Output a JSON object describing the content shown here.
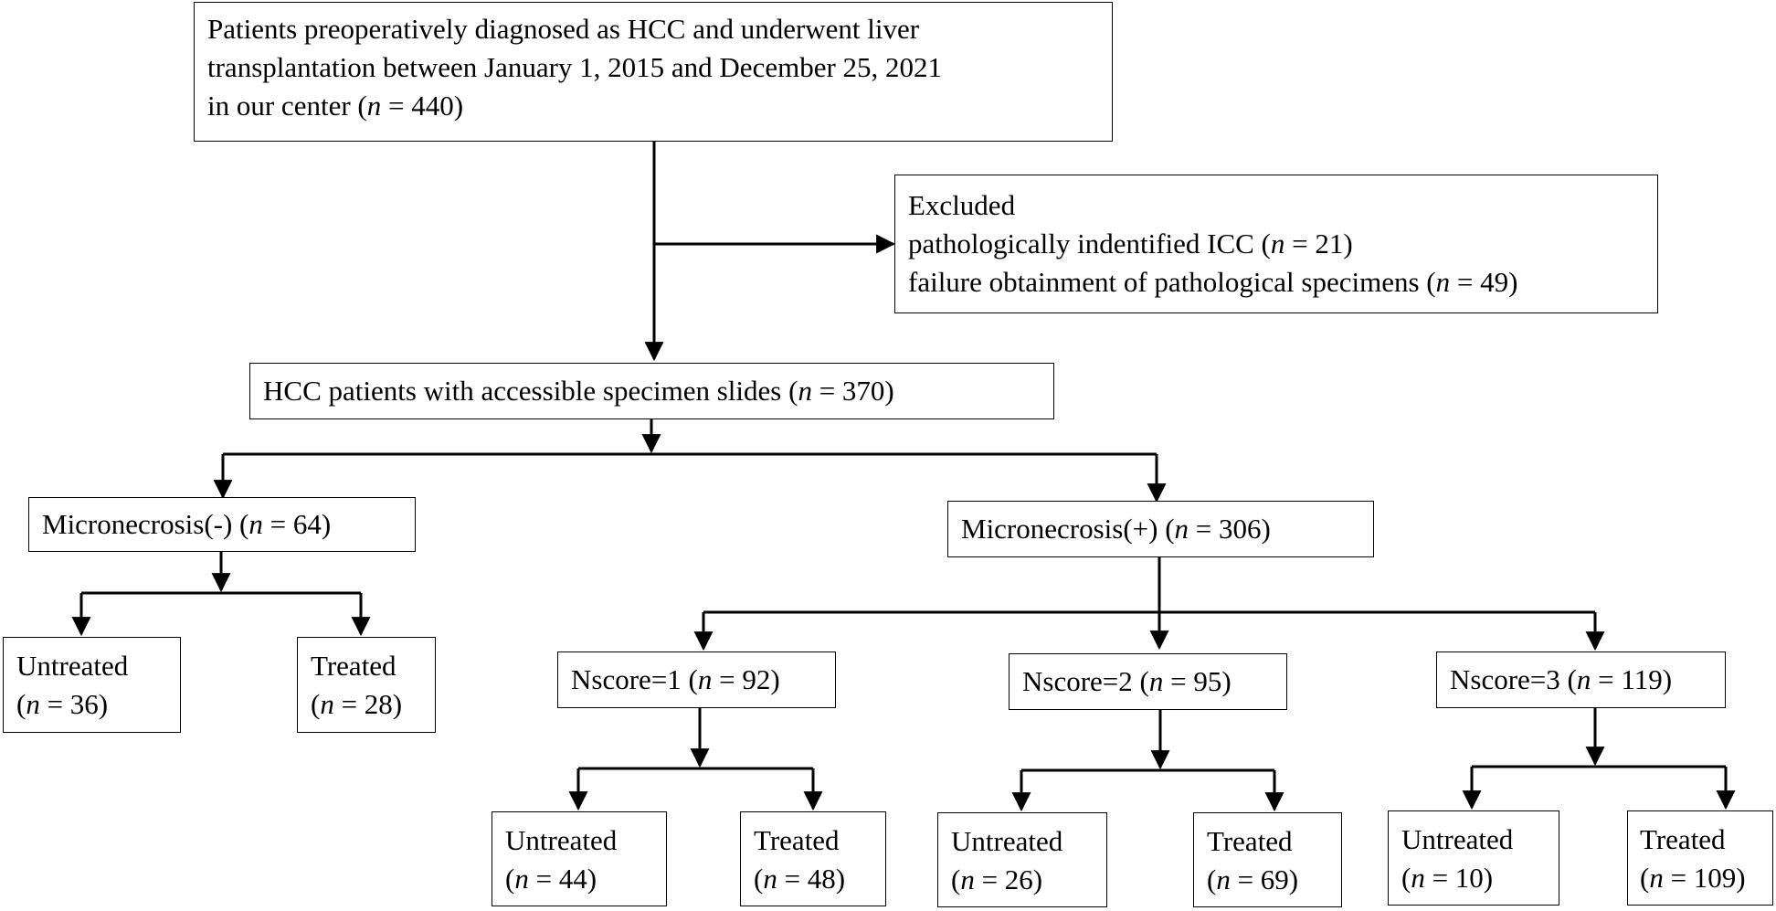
{
  "boxes": {
    "root": {
      "lines": [
        {
          "text": "Patients preoperatively diagnosed as HCC and underwent liver"
        },
        {
          "text": "transplantation between January 1, 2015 and December 25, 2021"
        },
        {
          "prefix": "in our center (",
          "n": "n",
          "suffix": " = 440)"
        }
      ]
    },
    "excluded": {
      "lines": [
        {
          "text": "Excluded"
        },
        {
          "prefix": "pathologically indentified ICC (",
          "n": "n",
          "suffix": " = 21)"
        },
        {
          "prefix": "failure obtainment of pathological specimens (",
          "n": "n",
          "suffix": " = 49)"
        }
      ]
    },
    "accessible": {
      "lines": [
        {
          "prefix": "HCC patients with accessible specimen slides (",
          "n": "n",
          "suffix": " = 370)"
        }
      ]
    },
    "micro_neg": {
      "lines": [
        {
          "prefix": "Micronecrosis(-) (",
          "n": "n",
          "suffix": " = 64)"
        }
      ]
    },
    "micro_pos": {
      "lines": [
        {
          "prefix": "Micronecrosis(+) (",
          "n": "n",
          "suffix": " = 306)"
        }
      ]
    },
    "neg_untreated": {
      "lines": [
        {
          "text": "Untreated"
        },
        {
          "prefix": "(",
          "n": "n",
          "suffix": " = 36)"
        }
      ]
    },
    "neg_treated": {
      "lines": [
        {
          "text": "Treated"
        },
        {
          "prefix": "(",
          "n": "n",
          "suffix": " = 28)"
        }
      ]
    },
    "nscore1": {
      "lines": [
        {
          "prefix": "Nscore=1 (",
          "n": "n",
          "suffix": " = 92)"
        }
      ]
    },
    "nscore2": {
      "lines": [
        {
          "prefix": "Nscore=2 (",
          "n": "n",
          "suffix": " = 95)"
        }
      ]
    },
    "nscore3": {
      "lines": [
        {
          "prefix": "Nscore=3 (",
          "n": "n",
          "suffix": " = 119)"
        }
      ]
    },
    "ns1_untreated": {
      "lines": [
        {
          "text": "Untreated"
        },
        {
          "prefix": "(",
          "n": "n",
          "suffix": " = 44)"
        }
      ]
    },
    "ns1_treated": {
      "lines": [
        {
          "text": "Treated"
        },
        {
          "prefix": "(",
          "n": "n",
          "suffix": " = 48)"
        }
      ]
    },
    "ns2_untreated": {
      "lines": [
        {
          "text": "Untreated"
        },
        {
          "prefix": "(",
          "n": "n",
          "suffix": " = 26)"
        }
      ]
    },
    "ns2_treated": {
      "lines": [
        {
          "text": "Treated"
        },
        {
          "prefix": "(",
          "n": "n",
          "suffix": " = 69)"
        }
      ]
    },
    "ns3_untreated": {
      "lines": [
        {
          "text": "Untreated"
        },
        {
          "prefix": "(",
          "n": "n",
          "suffix": " = 10)"
        }
      ]
    },
    "ns3_treated": {
      "lines": [
        {
          "text": "Treated"
        },
        {
          "prefix": "(",
          "n": "n",
          "suffix": " = 109)"
        }
      ]
    }
  }
}
